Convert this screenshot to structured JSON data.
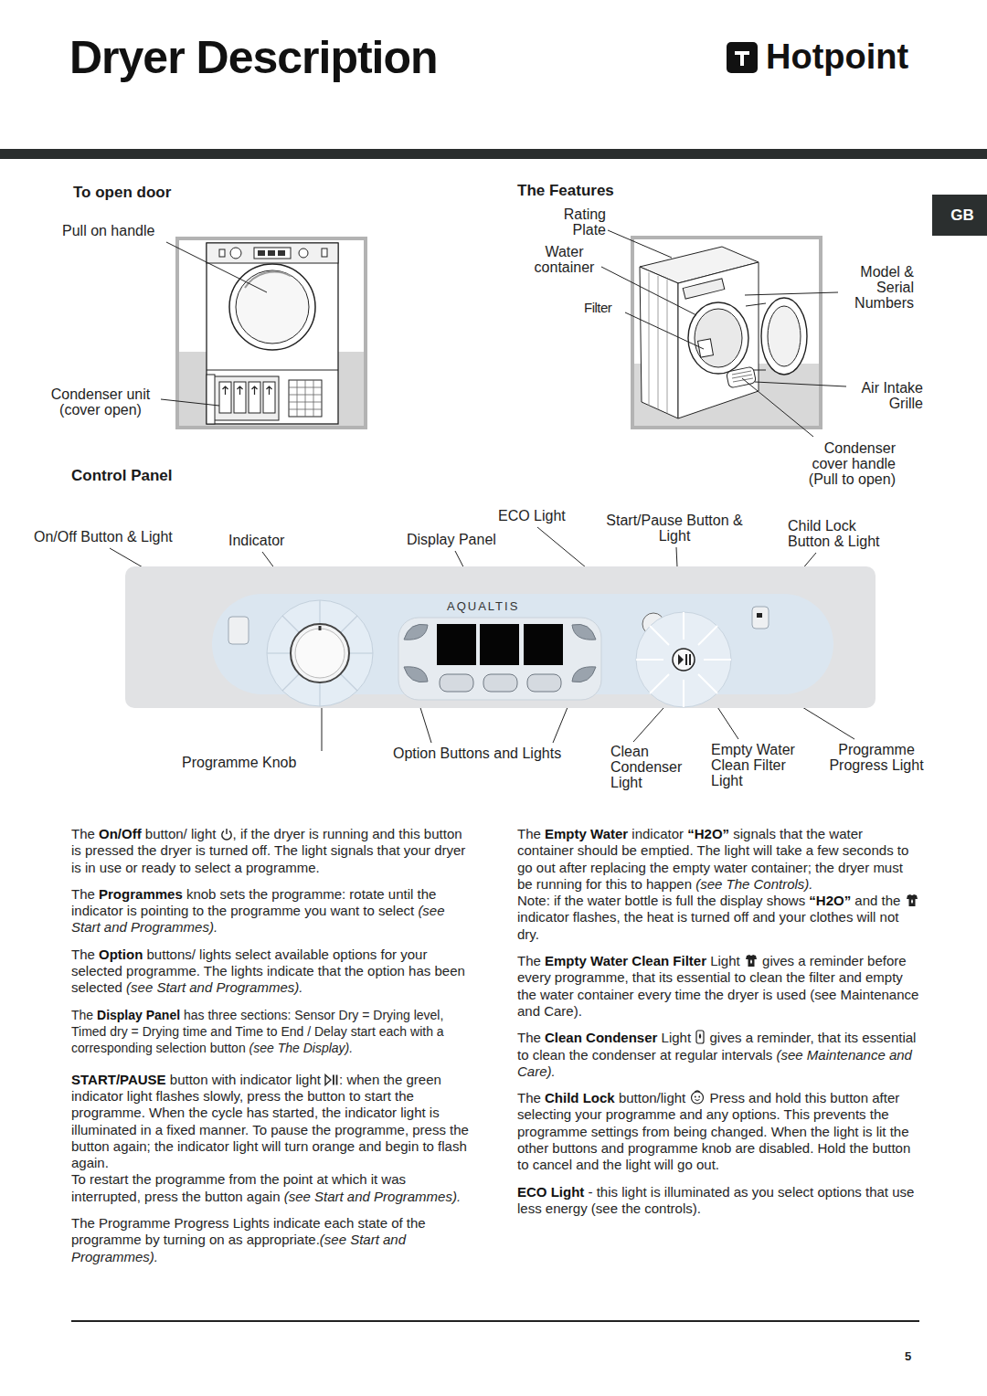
{
  "diagram": {
    "title": "Dryer Description",
    "nodes": [
      {
        "text": [
          "GB"
        ]
      },
      {
        "text": [
          "AQUALTIS"
        ]
      }
    ],
    "labels": [
      "Hotpoint",
      "To open door",
      "Pull on handle",
      "Condenser unit (cover open)",
      "The Features",
      "Rating Plate",
      "Water container",
      "Filter",
      "Model & Serial Numbers",
      "Air Intake Grille",
      "Condenser cover handle (Pull to open)",
      "Control Panel",
      "On/Off Button & Light",
      "Indicator",
      "ECO Light",
      "Display Panel",
      "Start/Pause Button & Light",
      "Child Lock Button & Light",
      "Programme Knob",
      "Option Buttons and Lights",
      "Clean Condenser Light",
      "Empty Water Clean Filter Light",
      "Programme Progress Light",
      "The",
      "On/Off",
      "button/ light",
      ", if the dryer is running and this button is pressed the dryer is turned off. The light signals that your dryer is in use or ready to select a programme.",
      "The",
      "Programmes",
      "knob sets the programme: rotate until the indicator is pointing to the programme you want to select",
      "(see Start and Programmes).",
      "The",
      "Option",
      "buttons/ lights select available options for your selected programme. The lights indicate that the option has been selected",
      "(see Start and Programmes).",
      "The",
      "Display Panel",
      "has three sections: Sensor Dry = Drying level, Timed dry = Drying time and Time to End / Delay start each with a corresponding selection button",
      "(see The Display).",
      "START/PAUSE",
      "button with indicator light",
      ": when the green indicator light flashes slowly, press the button to start the programme. When the cycle has started, the indicator light is illuminated in a fixed manner. To pause the programme, press the button again; the indicator light will turn orange and begin to flash again.",
      "To restart the programme from the point at which it was interrupted, press the button again",
      "(see Start and Programmes).",
      "The Programme Progress Lights indicate each state of the programme by turning on as appropriate.",
      "(see Start and Programmes).",
      "The",
      "Empty Water",
      "indicator",
      "“H2O”",
      "signals that the water container should be emptied. The light will take a few seconds to go out after replacing the empty water container; the dryer must be running for this to happen",
      "(see The Controls).",
      "Note: if the water bottle is full the display shows",
      "“H2O”",
      "and the",
      "indicator flashes, the heat is turned off and your clothes will not dry.",
      "The",
      "Empty Water Clean Filter",
      "Light",
      "gives a reminder before every programme, that its essential to clean the filter and empty the water container every time the dryer is used (see Maintenance and Care).",
      "The",
      "Clean Condenser",
      "Light",
      "gives a reminder, that its essential to clean the condenser at regular intervals",
      "(see Maintenance and Care).",
      "The",
      "Child Lock",
      "button/light",
      "Press and hold this button after selecting your programme and any options. This prevents the programme settings from being changed. When the light is lit the other buttons and programme knob are disabled. Hold the button to cancel and the light will go out.",
      "ECO Light",
      "- this light is illuminated as you select options that use less energy (see the controls).",
      "5"
    ]
  }
}
